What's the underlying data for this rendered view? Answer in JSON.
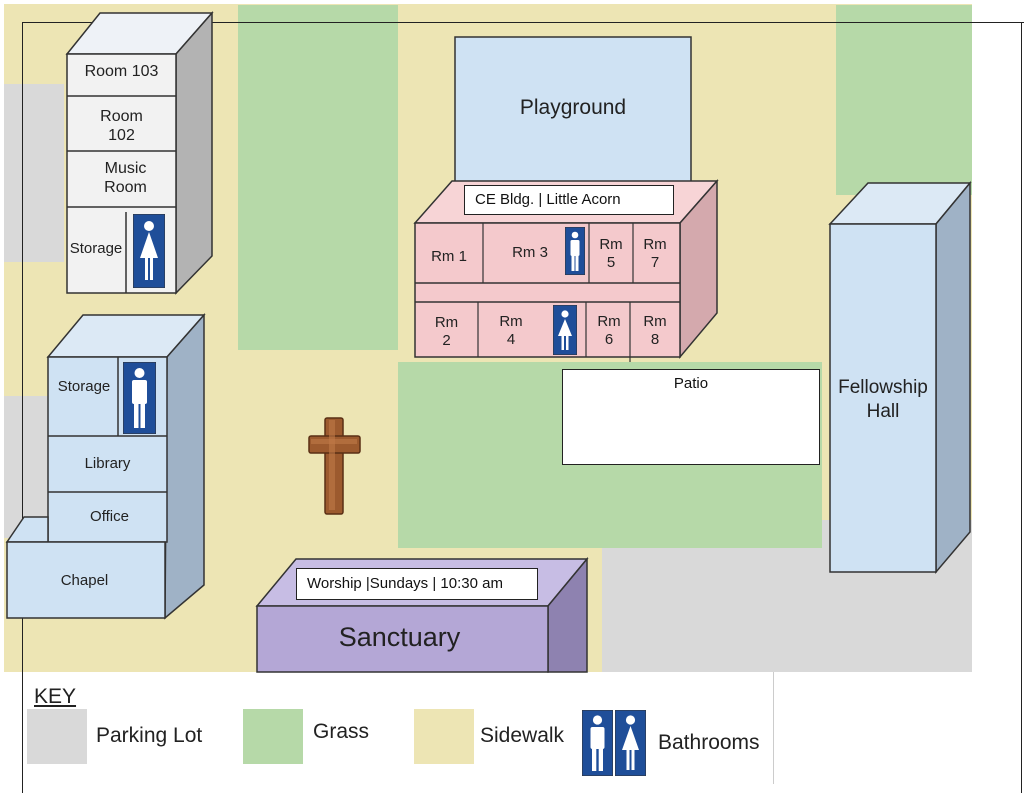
{
  "colors": {
    "parking": "#d9d9d9",
    "grass": "#b6d9a8",
    "sidewalk": "#ede5b4",
    "building_blue": "#cfe2f3",
    "building_pink": "#f4c9cc",
    "sanctuary": "#b4a7d6",
    "bathroom_icon_bg": "#1f4e99"
  },
  "buildings": {
    "west_upper": {
      "room103": "Room 103",
      "room102": "Room\n102",
      "music": "Music\nRoom",
      "storage": "Storage"
    },
    "west_lower": {
      "storage": "Storage",
      "library": "Library",
      "office": "Office",
      "chapel": "Chapel"
    },
    "playground": "Playground",
    "ce_building": {
      "sign": "CE Bldg. | Little Acorn",
      "rm1": "Rm 1",
      "rm3": "Rm 3",
      "rm5": "Rm\n5",
      "rm7": "Rm\n7",
      "rm2": "Rm\n2",
      "rm4": "Rm\n4",
      "rm6": "Rm\n6",
      "rm8": "Rm\n8"
    },
    "patio": "Patio",
    "fellowship": "Fellowship\nHall",
    "sanctuary": "Sanctuary",
    "worship_sign": "Worship |Sundays | 10:30 am"
  },
  "icons": {
    "cross": "cross-icon",
    "men": "men-restroom-icon",
    "women": "women-restroom-icon"
  },
  "key": {
    "title": "KEY",
    "parking": "Parking Lot",
    "grass": "Grass",
    "sidewalk": "Sidewalk",
    "bathrooms": "Bathrooms"
  }
}
